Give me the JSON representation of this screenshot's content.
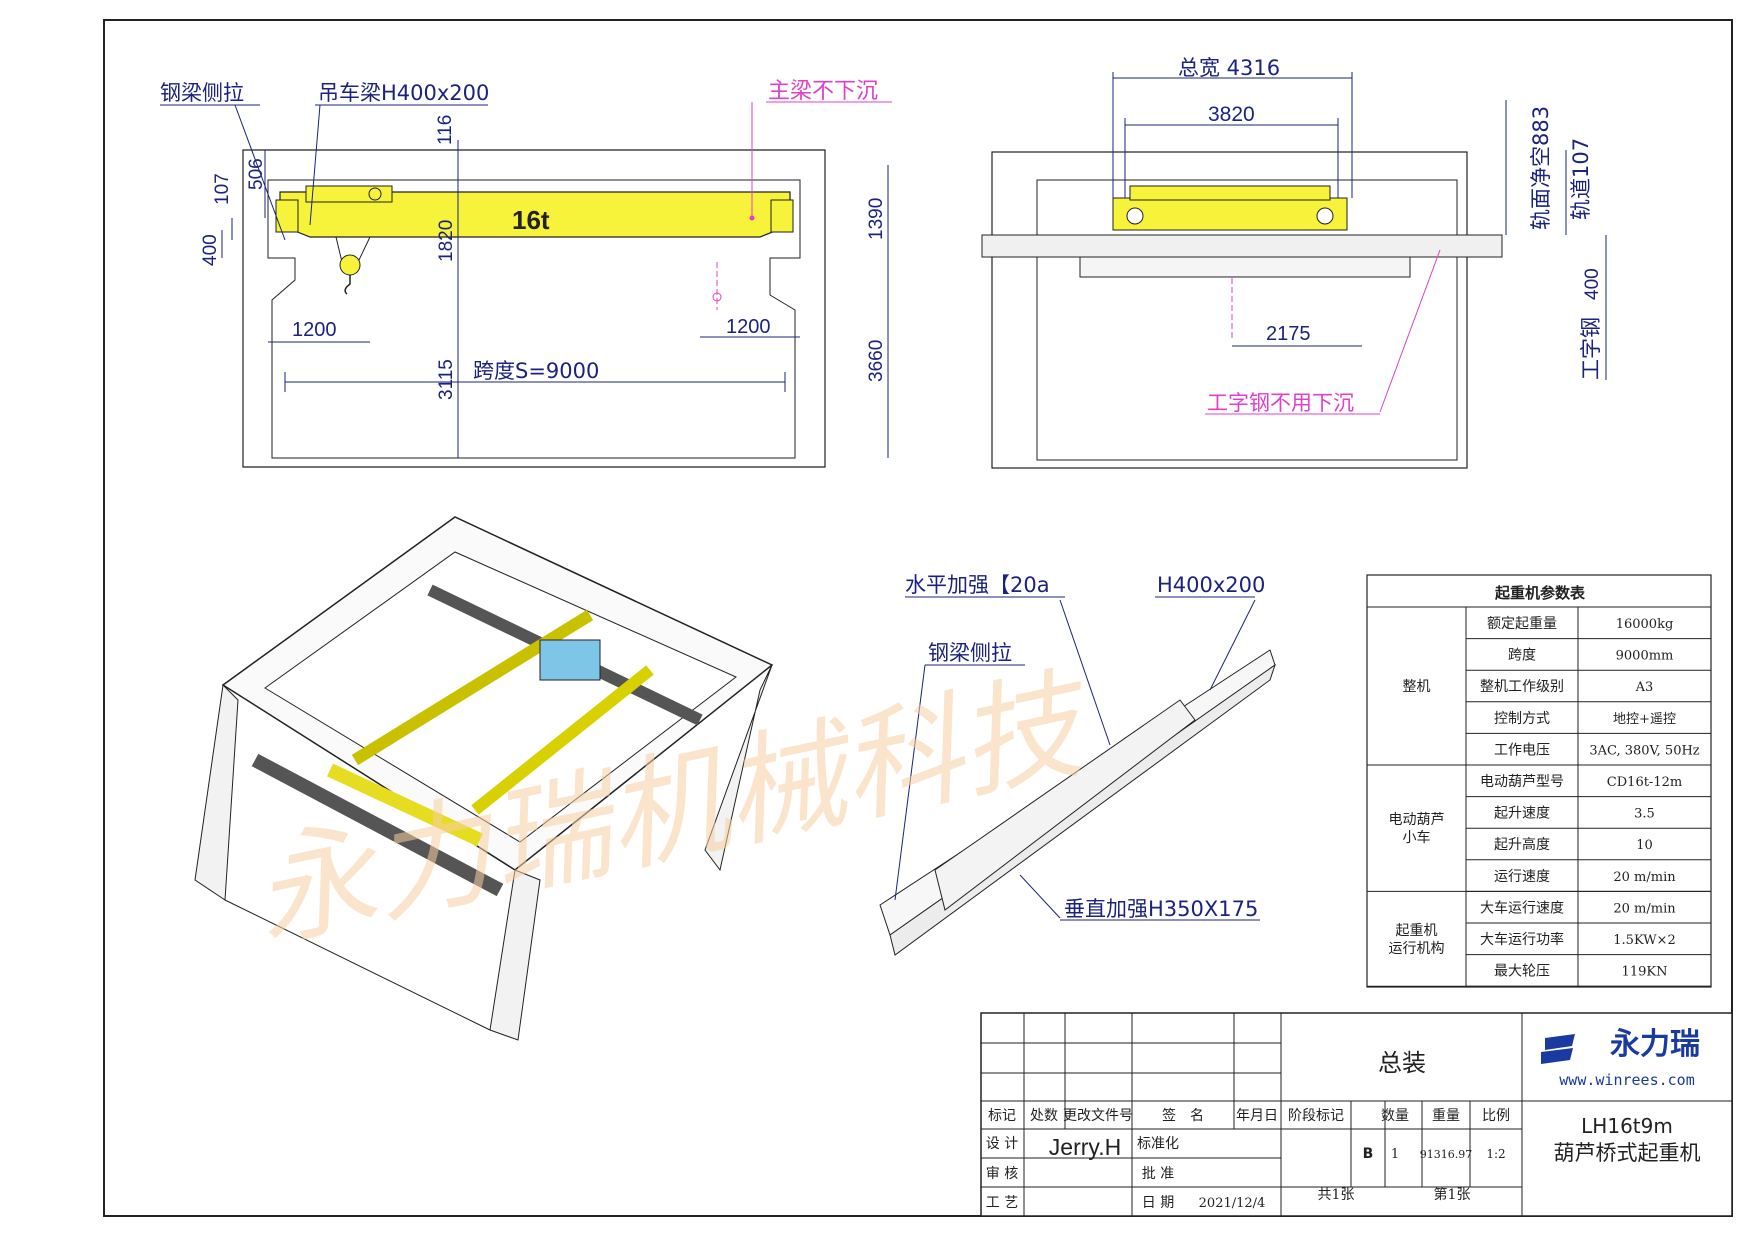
{
  "front_view": {
    "callout_side_pull": "钢梁侧拉",
    "callout_beam": "吊车梁H400x200",
    "callout_no_sink": "主梁不下沉",
    "capacity_mark": "16t",
    "dim_116": "116",
    "dim_506": "506",
    "dim_107": "107",
    "dim_400": "400",
    "dim_1820": "1820",
    "dim_1390": "1390",
    "dim_1200_left": "1200",
    "dim_1200_right": "1200",
    "dim_3115": "3115",
    "dim_3660": "3660",
    "span": "跨度S=9000"
  },
  "side_view": {
    "total_width": "总宽  4316",
    "inner_width": "3820",
    "rail_clearance": "轨面净空883",
    "rail": "轨道107",
    "dim_400": "400",
    "ibeam": "工字钢",
    "dim_2175": "2175",
    "callout_ibeam_no_sink": "工字钢不用下沉"
  },
  "beam_detail": {
    "callout_horizontal": "水平加强【20a",
    "callout_h": "H400x200",
    "callout_side_pull": "钢梁侧拉",
    "callout_vertical": "垂直加强H350X175"
  },
  "param_table": {
    "title": "起重机参数表",
    "groups": [
      {
        "group": "整机",
        "rows": [
          {
            "name": "额定起重量",
            "value": "16000kg"
          },
          {
            "name": "跨度",
            "value": "9000mm"
          },
          {
            "name": "整机工作级别",
            "value": "A3"
          },
          {
            "name": "控制方式",
            "value": "地控+遥控"
          },
          {
            "name": "工作电压",
            "value": "3AC, 380V, 50Hz"
          }
        ]
      },
      {
        "group": "电动葫芦\n小车",
        "rows": [
          {
            "name": "电动葫芦型号",
            "value": "CD16t-12m"
          },
          {
            "name": "起升速度",
            "value": "3.5"
          },
          {
            "name": "起升高度",
            "value": "10"
          },
          {
            "name": "运行速度",
            "value": "20 m/min"
          }
        ]
      },
      {
        "group": "起重机\n运行机构",
        "rows": [
          {
            "name": "大车运行速度",
            "value": "20 m/min"
          },
          {
            "name": "大车运行功率",
            "value": "1.5KW×2"
          },
          {
            "name": "最大轮压",
            "value": "119KN"
          }
        ]
      }
    ]
  },
  "title_block": {
    "assembly": "总装",
    "company": "永力瑞",
    "website": "www.winrees.com",
    "model": "LH16t9m",
    "product": "葫芦桥式起重机",
    "col_mark": "标记",
    "col_count": "处数",
    "col_change_doc": "更改文件号",
    "col_sign": "签　名",
    "col_date": "年月日",
    "design": "设 计",
    "designer": "Jerry.H",
    "standardize": "标准化",
    "review": "审 核",
    "approve": "批 准",
    "craft": "工 艺",
    "date_label": "日 期",
    "date": "2021/12/4",
    "stage_mark": "阶段标记",
    "quantity": "数量",
    "weight": "重量",
    "scale": "比例",
    "stage_value": "B",
    "quantity_value": "1",
    "weight_value": "91316.97",
    "scale_value": "1:2",
    "total_sheets": "共1张",
    "sheet_no": "第1张"
  },
  "watermark": "永力瑞机械科技",
  "colors": {
    "line": "#1a237e",
    "crane_yellow": "#f7f33a",
    "magenta": "#e040c8",
    "watermark": "#f5cfa2"
  }
}
